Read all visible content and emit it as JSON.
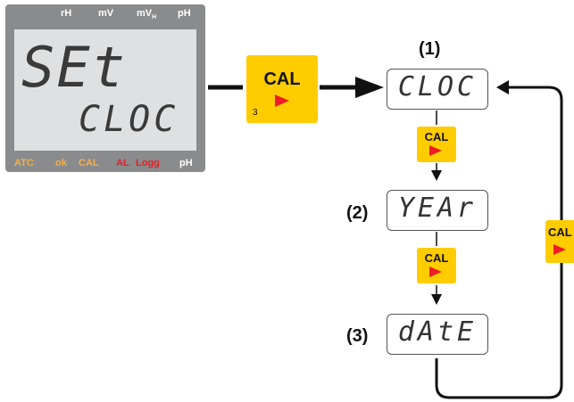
{
  "meter": {
    "top_labels": [
      "rH",
      "mV",
      "mVH",
      "pH"
    ],
    "lcd_main": "SEt",
    "lcd_sub": "CLOC",
    "bottom_labels": [
      {
        "text": "ATC",
        "color": "#f6b04a"
      },
      {
        "text": "ok",
        "color": "#f6b04a"
      },
      {
        "text": "CAL",
        "color": "#f6b04a"
      },
      {
        "text": "AL",
        "color": "#e0202a"
      },
      {
        "text": "Logg",
        "color": "#e0202a"
      },
      {
        "text": "pH",
        "color": "#ffffff"
      }
    ]
  },
  "main_key": {
    "label": "CAL",
    "sub": "3"
  },
  "steps": [
    {
      "number": "(1)",
      "display": "CLOC"
    },
    {
      "number": "(2)",
      "display": "YEAr"
    },
    {
      "number": "(3)",
      "display": "dAtE"
    }
  ],
  "step_keys": [
    "CAL",
    "CAL"
  ],
  "loop_key": "CAL",
  "colors": {
    "key_yellow": "#ffcc00",
    "arrow_red": "#ee1c24",
    "meter_gray": "#8a8b8d"
  }
}
